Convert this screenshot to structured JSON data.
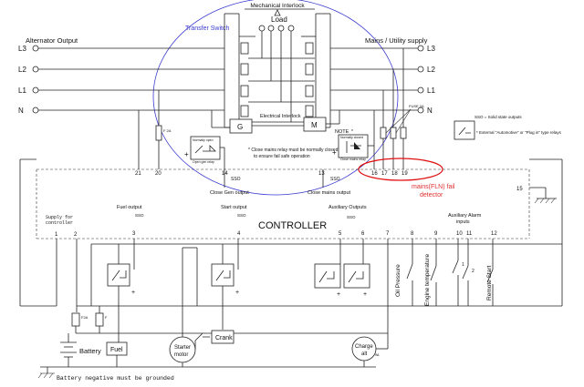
{
  "labels": {
    "mechanical_interlock": "Mechanical Interlock",
    "load": "Load",
    "transfer_switch": "Transfer Switch",
    "alternator_output": "Alternator Output",
    "mains_supply": "Mains / Utility supply",
    "electrical_interlock": "Electrical Interlock",
    "gen_contactor": "G",
    "mains_contactor": "M",
    "note": "NOTE",
    "note_text_1": "* Close mains relay must be normally closed",
    "note_text_2": "to ensure fail safe operation",
    "normally_open": "Normally open",
    "normally_closed": "Normally closed",
    "open_gen_relay": "Open gen relay",
    "close_mains_relay": "Close mains relay",
    "fuse_gen": "F 2A",
    "fuse_mains": "FUSE 2A",
    "sso_legend": "SSO = Solid state outputs",
    "external_relays": "* External \"Automotive\" or \"Plug in\" type relays",
    "close_gen_output": "Close Gen output",
    "close_mains_output": "Close mains output",
    "sso": "SSO",
    "mains_fail_detector_1": "mains(FLN) fail",
    "mains_fail_detector_2": "detector",
    "controller": "CONTROLLER",
    "supply_for_controller_1": "Supply for",
    "supply_for_controller_2": "controller",
    "fuel_output": "Fuel output",
    "start_output": "Start output",
    "auxiliary_outputs": "Auxiliary Outputs",
    "auxiliary_alarm_inputs_1": "Auxiliary Alarm",
    "auxiliary_alarm_inputs_2": "inputs",
    "oil_pressure": "Oil Pressure",
    "engine_temperature": "Engine temperature",
    "remote_start": "Remote Start",
    "battery": "Battery",
    "fuel": "Fuel",
    "starter_motor_1": "Starter",
    "starter_motor_2": "motor",
    "crank": "Crank",
    "charge_alt_1": "Charge",
    "charge_alt_2": "alt",
    "wl": "WL",
    "battery_negative": "Battery negative must be grounded",
    "fuse_ctrl_1": "F2A",
    "fuse_ctrl_2": "F"
  },
  "phases_left": [
    "L3",
    "L2",
    "L1",
    "N"
  ],
  "phases_right": [
    "L3",
    "L2",
    "L1",
    "N"
  ],
  "top_terminals": [
    "21",
    "20",
    "14",
    "13",
    "16",
    "17",
    "18",
    "19"
  ],
  "controller_terminals": [
    "1",
    "2",
    "3",
    "4",
    "5",
    "6",
    "7",
    "8",
    "9",
    "10",
    "11",
    "12",
    "15"
  ],
  "switch_numbers": [
    "1",
    "2"
  ],
  "output_signs": [
    "+",
    "+",
    "+",
    "+",
    "+",
    "+"
  ],
  "colors": {
    "line": "#222222",
    "ellipse": "#3a3ad0",
    "highlight": "#e01010",
    "highlight_text": "#e03030",
    "transfer_text": "#3a3ad0"
  }
}
